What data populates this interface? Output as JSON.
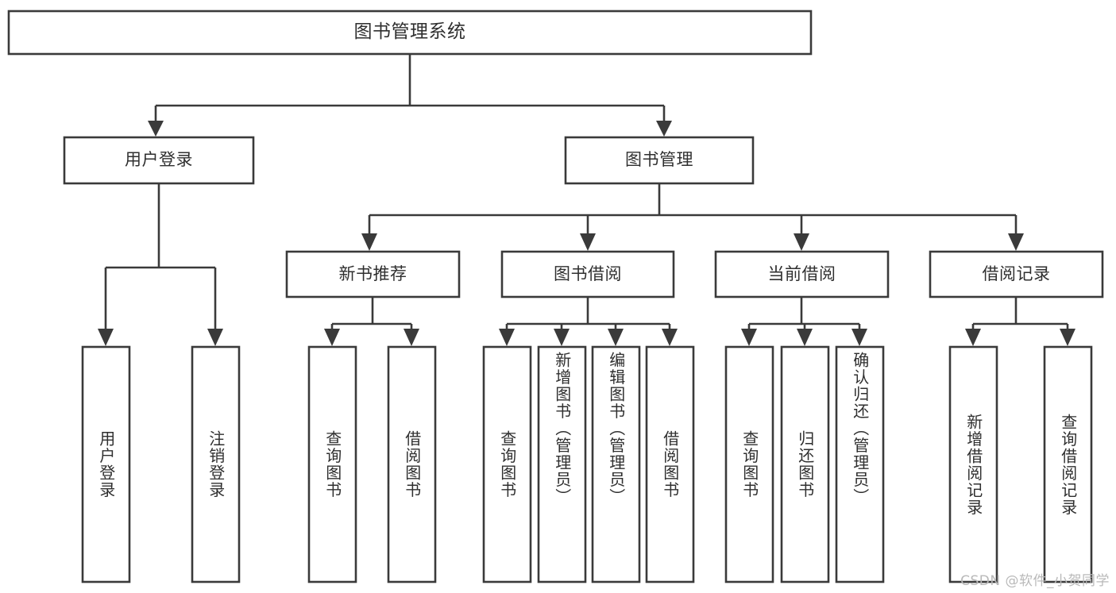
{
  "diagram": {
    "title": "图书管理系统",
    "type": "tree-hierarchy-chart",
    "colors": {
      "box_stroke": "#3a3a3a",
      "box_fill": "#ffffff",
      "text": "#2f2f2f",
      "background": "#ffffff",
      "watermark": "#b9b9b9"
    },
    "root": {
      "label": "图书管理系统"
    },
    "level2": [
      {
        "label": "用户登录"
      },
      {
        "label": "图书管理"
      }
    ],
    "level3": [
      {
        "label": "新书推荐"
      },
      {
        "label": "图书借阅"
      },
      {
        "label": "当前借阅"
      },
      {
        "label": "借阅记录"
      }
    ],
    "leaves": {
      "user_login": [
        {
          "label": "用户登录"
        },
        {
          "label": "注销登录"
        }
      ],
      "new_book_recommend": [
        {
          "label": "查询图书"
        },
        {
          "label": "借阅图书"
        }
      ],
      "book_borrow": [
        {
          "label": "查询图书"
        },
        {
          "label": "新增图书（管理员）"
        },
        {
          "label": "编辑图书（管理员）"
        },
        {
          "label": "借阅图书"
        }
      ],
      "current_borrow": [
        {
          "label": "查询图书"
        },
        {
          "label": "归还图书"
        },
        {
          "label": "确认归还（管理员）"
        }
      ],
      "borrow_record": [
        {
          "label": "新增借阅记录"
        },
        {
          "label": "查询借阅记录"
        }
      ]
    }
  },
  "watermark": {
    "text": "CSDN @软件_小贺同学"
  }
}
